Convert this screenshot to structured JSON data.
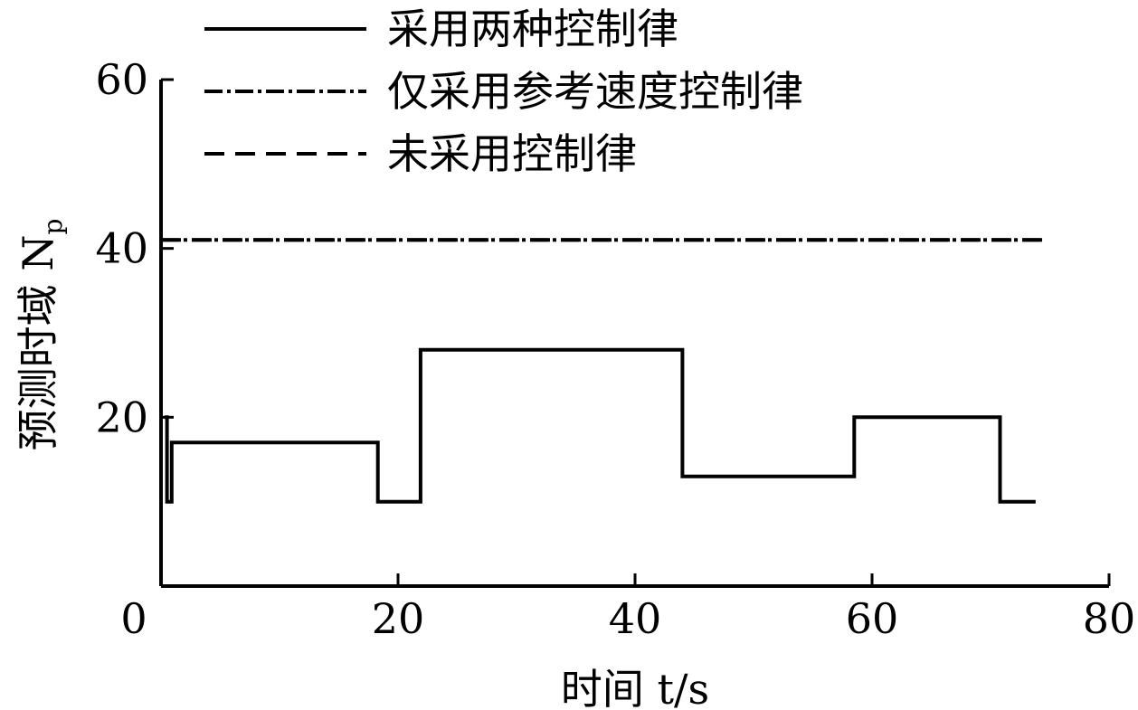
{
  "chart_data": {
    "type": "line",
    "xlabel": "时间 t/s",
    "ylabel": "预测时域 N",
    "ylabel_subscript": "p",
    "xlim": [
      0,
      80
    ],
    "ylim": [
      0,
      60
    ],
    "x_ticks": [
      "0",
      "20",
      "40",
      "60",
      "80"
    ],
    "y_ticks": [
      "20",
      "40",
      "60"
    ],
    "grid": false,
    "legend_position": "top",
    "series": [
      {
        "name": "采用两种控制律",
        "style": "solid",
        "x": [
          0.3,
          0.5,
          0.5,
          0.9,
          0.9,
          18.3,
          18.3,
          21.9,
          21.9,
          44.0,
          44.0,
          58.5,
          58.5,
          70.8,
          70.8,
          73.8
        ],
        "y": [
          20,
          20,
          10,
          10,
          17,
          17,
          10,
          10,
          28,
          28,
          13,
          13,
          20,
          20,
          10,
          10
        ]
      },
      {
        "name": "仅采用参考速度控制律",
        "style": "dashdot",
        "x": [
          0,
          74.5
        ],
        "y": [
          41,
          41
        ]
      },
      {
        "name": "未采用控制律",
        "style": "dashed",
        "x": [
          0,
          74.5
        ],
        "y": [
          41,
          41
        ]
      }
    ]
  }
}
